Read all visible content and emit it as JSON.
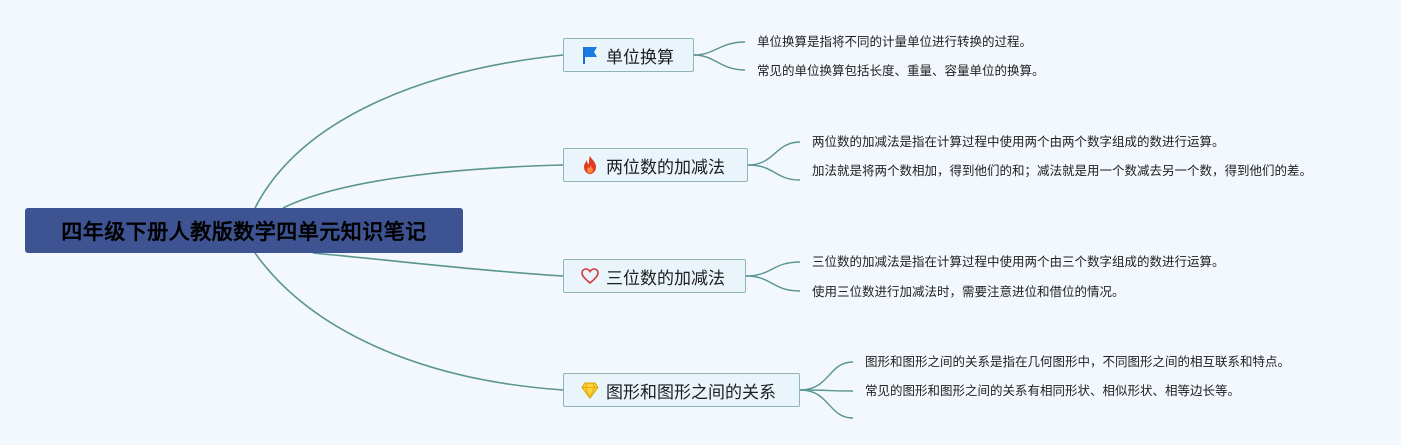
{
  "root": {
    "title": "四年级下册人教版数学四单元知识笔记"
  },
  "colors": {
    "root_bg": "#3d5392",
    "branch_bg": "#eaf4fb",
    "branch_border": "#8fb6b3",
    "line": "#5a9590",
    "background": "#f2f8fd"
  },
  "branches": [
    {
      "label": "单位换算",
      "icon": "flag-icon",
      "notes": [
        "单位换算是指将不同的计量单位进行转换的过程。",
        "常见的单位换算包括长度、重量、容量单位的换算。"
      ]
    },
    {
      "label": "两位数的加减法",
      "icon": "fire-icon",
      "notes": [
        "两位数的加减法是指在计算过程中使用两个由两个数字组成的数进行运算。",
        "加法就是将两个数相加，得到他们的和；减法就是用一个数减去另一个数，得到他们的差。"
      ]
    },
    {
      "label": "三位数的加减法",
      "icon": "heart-icon",
      "notes": [
        "三位数的加减法是指在计算过程中使用两个由三个数字组成的数进行运算。",
        "使用三位数进行加减法时，需要注意进位和借位的情况。"
      ]
    },
    {
      "label": "图形和图形之间的关系",
      "icon": "diamond-icon",
      "notes": [
        "图形和图形之间的关系是指在几何图形中，不同图形之间的相互联系和特点。",
        "常见的图形和图形之间的关系有相同形状、相似形状、相等边长等。",
        ""
      ]
    }
  ]
}
